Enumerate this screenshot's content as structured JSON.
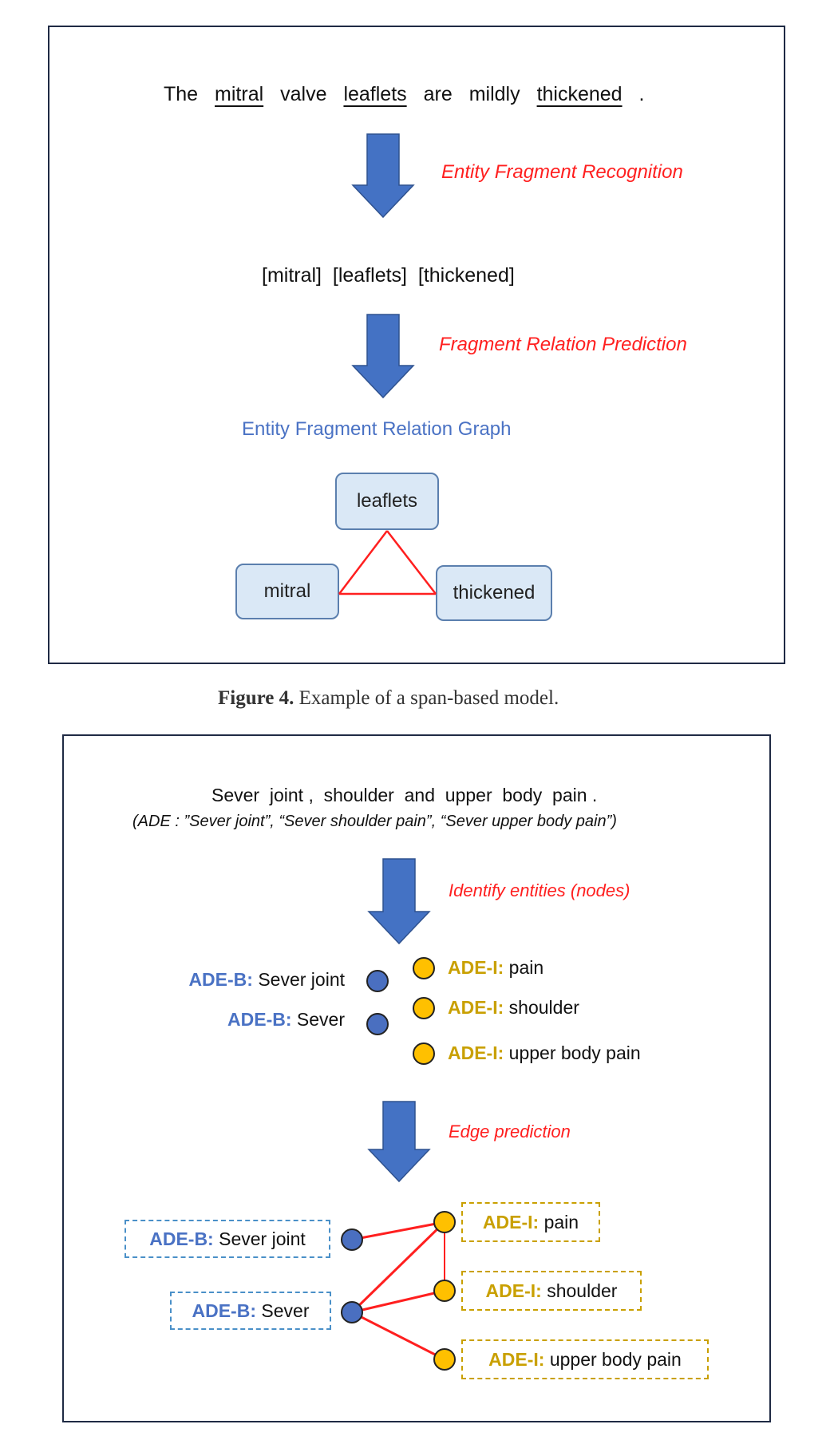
{
  "figure4": {
    "sentence": [
      {
        "text": "The",
        "underlined": false
      },
      {
        "text": "mitral",
        "underlined": true
      },
      {
        "text": "valve",
        "underlined": false
      },
      {
        "text": "leaflets",
        "underlined": true
      },
      {
        "text": "are",
        "underlined": false
      },
      {
        "text": "mildly",
        "underlined": false
      },
      {
        "text": "thickened",
        "underlined": true
      },
      {
        "text": ".",
        "underlined": false
      }
    ],
    "step1": "Entity Fragment Recognition",
    "fragments": "[mitral]  [leaflets]  [thickened]",
    "step2": "Fragment Relation Prediction",
    "graph_title": "Entity Fragment Relation Graph",
    "nodes": {
      "top": "leaflets",
      "left": "mitral",
      "right": "thickened"
    },
    "caption_bold": "Figure 4.",
    "caption_text": " Example of a span-based model."
  },
  "figure5": {
    "sentence": "Sever  joint ,  shoulder  and  upper  body  pain .",
    "ade_line": "(ADE : ”Sever joint”, “Sever shoulder pain”, “Sever upper body pain”)",
    "step1": "Identify entities (nodes)",
    "step2": "Edge prediction",
    "b_tag": "ADE-B:",
    "i_tag": "ADE-I:",
    "b_entities": [
      "Sever joint",
      "Sever"
    ],
    "i_entities": [
      "pain",
      "shoulder",
      "upper body pain"
    ]
  },
  "colors": {
    "arrow": "#4472c4",
    "red": "#ff1f1f",
    "blue_label": "#4a72c4",
    "gold_label": "#c9a000",
    "blue_node": "#4a6fc0",
    "gold_node": "#ffc000"
  }
}
